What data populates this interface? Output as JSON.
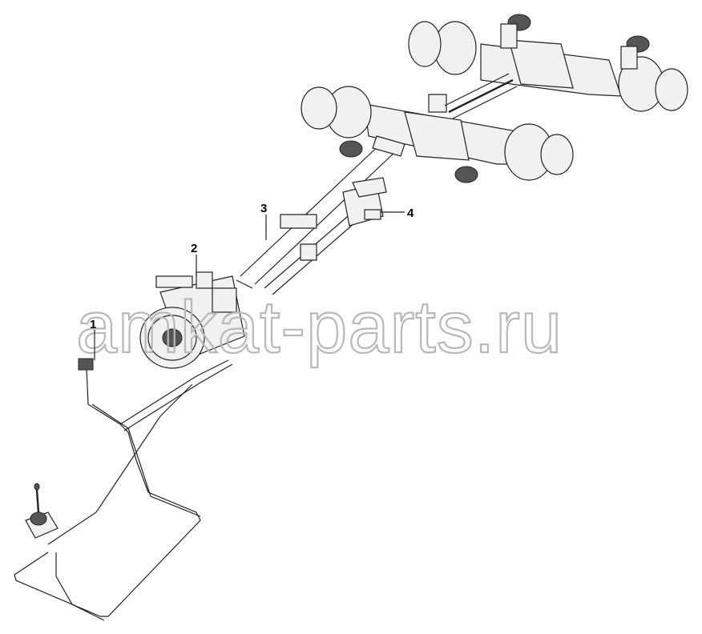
{
  "diagram": {
    "corner_mark": "",
    "watermark": "amkat-parts.ru",
    "callouts": [
      {
        "id": "1",
        "label": "1"
      },
      {
        "id": "2",
        "label": "2"
      },
      {
        "id": "3",
        "label": "3"
      },
      {
        "id": "4",
        "label": "4"
      }
    ]
  }
}
